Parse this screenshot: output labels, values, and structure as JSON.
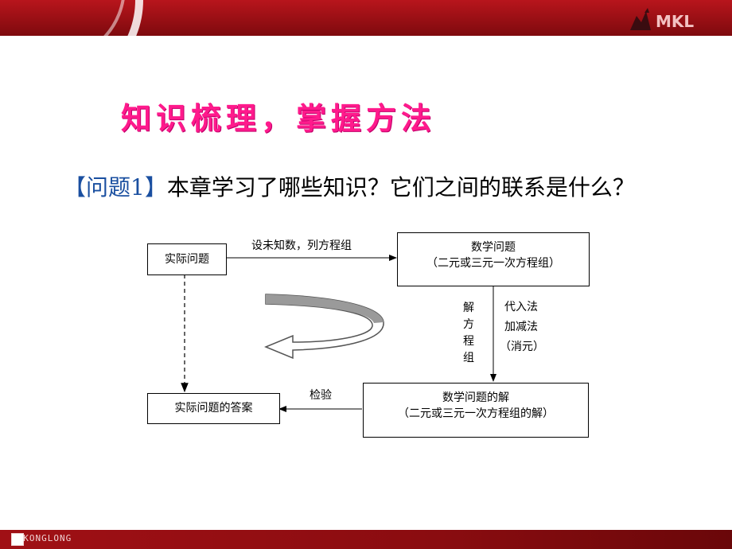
{
  "header": {
    "logo_text": "MKL"
  },
  "footer": {
    "logo_text": "MYKONGLONG"
  },
  "slide": {
    "title": "知识梳理，掌握方法",
    "question_tag": "【问题1】",
    "question_text": "本章学习了哪些知识？它们之间的联系是什么？"
  },
  "diagram": {
    "box_real_problem": "实际问题",
    "box_math_problem": "数学问题",
    "box_math_problem_sub": "（二元或三元一次方程组）",
    "box_math_solution": "数学问题的解",
    "box_math_solution_sub": "（二元或三元一次方程组的解）",
    "box_real_answer": "实际问题的答案",
    "label_set_unknowns": "设未知数，列方程组",
    "label_solve_1": "解",
    "label_solve_2": "方",
    "label_solve_3": "程",
    "label_solve_4": "组",
    "label_method_1": "代入法",
    "label_method_2": "加减法",
    "label_method_3": "（消元）",
    "label_check": "检验"
  },
  "colors": {
    "header": "#b8151c",
    "title": "#ff1a8c",
    "question_tag": "#1a4fa0"
  }
}
